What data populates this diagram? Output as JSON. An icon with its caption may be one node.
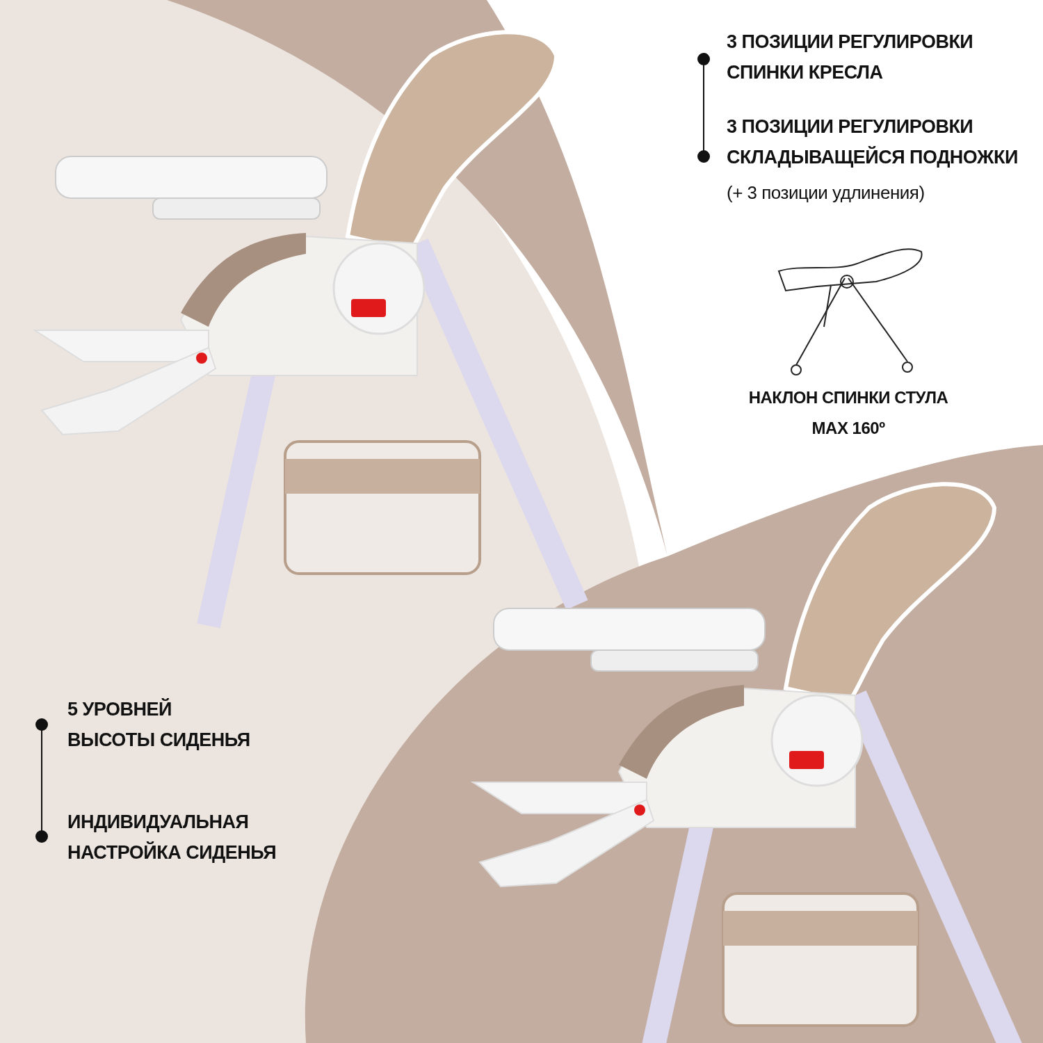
{
  "diagram": {
    "labels": [
      "3 ПОЗИЦИИ РЕГУЛИРОВКИ СПИНКИ КРЕСЛА",
      "3 ПОЗИЦИИ РЕГУЛИРОВКИ СКЛАДЫВАЩЕЙСЯ ПОДНОЖКИ",
      "(+ 3 позиции удлинения)",
      "НАКЛОН СПИНКИ СТУЛА МАХ 160º",
      "5 УРОВНЕЙ ВЫСОТЫ СИДЕНЬЯ",
      "ИНДИВИДУАЛЬНАЯ НАСТРОЙКА СИДЕНЬЯ"
    ]
  }
}
